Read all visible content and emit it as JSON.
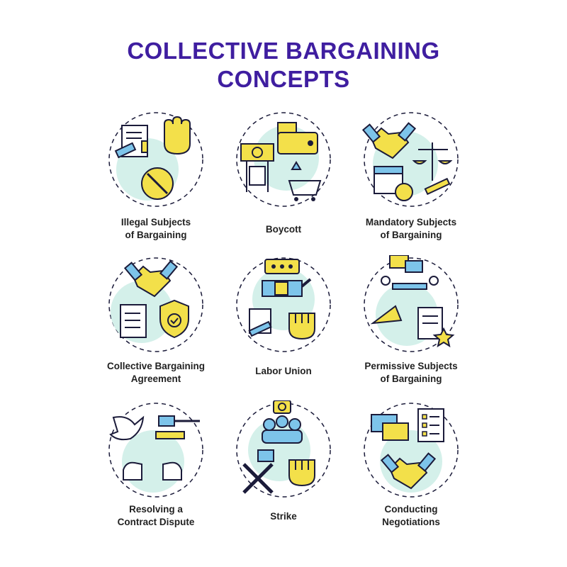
{
  "title": {
    "line1": "COLLECTIVE BARGAINING",
    "line2": "CONCEPTS"
  },
  "colors": {
    "title": "#3f1ea0",
    "outline": "#1b1b3a",
    "accent_yellow": "#f3e04a",
    "accent_teal": "#d4f0ea",
    "accent_blue": "#7dc4ea"
  },
  "tiles": [
    {
      "line1": "Illegal Subjects",
      "line2": "of Bargaining",
      "icon": "illegal-subjects-icon"
    },
    {
      "line1": "Boycott",
      "line2": "",
      "icon": "boycott-icon"
    },
    {
      "line1": "Mandatory Subjects",
      "line2": "of Bargaining",
      "icon": "mandatory-subjects-icon"
    },
    {
      "line1": "Collective Bargaining",
      "line2": "Agreement",
      "icon": "agreement-icon"
    },
    {
      "line1": "Labor Union",
      "line2": "",
      "icon": "labor-union-icon"
    },
    {
      "line1": "Permissive Subjects",
      "line2": "of Bargaining",
      "icon": "permissive-subjects-icon"
    },
    {
      "line1": "Resolving a",
      "line2": "Contract Dispute",
      "icon": "resolving-dispute-icon"
    },
    {
      "line1": "Strike",
      "line2": "",
      "icon": "strike-icon"
    },
    {
      "line1": "Conducting",
      "line2": "Negotiations",
      "icon": "negotiations-icon"
    }
  ]
}
